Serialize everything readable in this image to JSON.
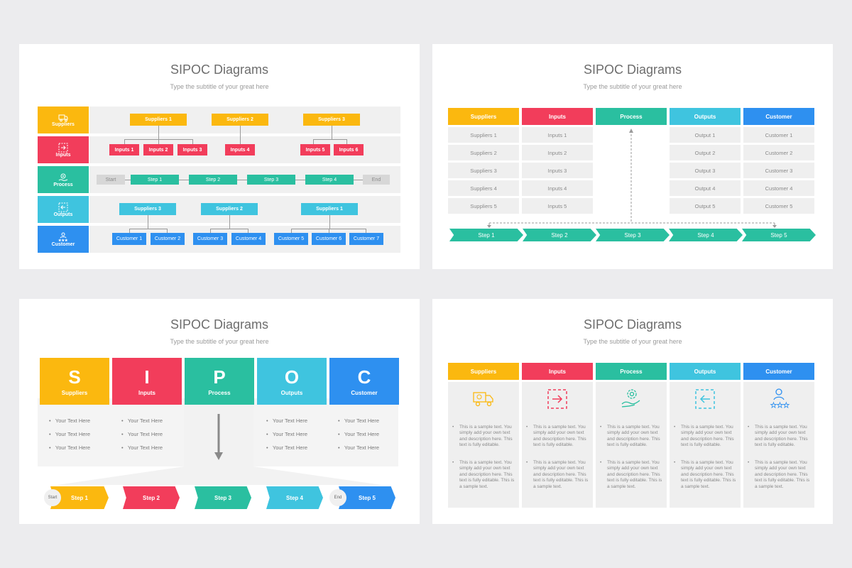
{
  "colors": {
    "yellow": "#fbb80f",
    "red": "#f23d5b",
    "green": "#2abfa0",
    "cyan": "#3fc4df",
    "blue": "#2e90f0"
  },
  "s1": {
    "title": "SIPOC Diagrams",
    "subtitle": "Type the subtitle of your great here",
    "rows": [
      "Suppliers",
      "Inputs",
      "Process",
      "Outputs",
      "Customer"
    ],
    "suppliers": [
      "Suppliers 1",
      "Suppliers 2",
      "Suppliers 3"
    ],
    "inputs": [
      "Inputs 1",
      "Inputs 2",
      "Inputs 3",
      "Inputs 4",
      "Inputs 5",
      "Inputs 6"
    ],
    "process": [
      "Start",
      "Step 1",
      "Step 2",
      "Step 3",
      "Step 4",
      "End"
    ],
    "outputs": [
      "Suppliers 3",
      "Suppliers 2",
      "Suppliers 1"
    ],
    "customers": [
      "Customer 1",
      "Customer 2",
      "Customer 3",
      "Customer 4",
      "Customer 5",
      "Customer 6",
      "Customer 7"
    ]
  },
  "s2": {
    "title": "SIPOC Diagrams",
    "subtitle": "Type the subtitle of your great here",
    "headers": [
      "Suppliers",
      "Inputs",
      "Process",
      "Outputs",
      "Customer"
    ],
    "suppliers": [
      "Suppliers 1",
      "Suppliers 2",
      "Suppliers 3",
      "Suppliers 4",
      "Suppliers 5"
    ],
    "inputs": [
      "Inputs 1",
      "Inputs 2",
      "Inputs 3",
      "Inputs 4",
      "Inputs 5"
    ],
    "outputs": [
      "Output 1",
      "Output 2",
      "Output 3",
      "Output 4",
      "Output 5"
    ],
    "customers": [
      "Customer 1",
      "Customer 2",
      "Customer 3",
      "Customer 4",
      "Customer 5"
    ],
    "steps": [
      "Step 1",
      "Step 2",
      "Step 3",
      "Step 4",
      "Step 5"
    ]
  },
  "s3": {
    "title": "SIPOC Diagrams",
    "subtitle": "Type the subtitle of your great here",
    "letters": [
      "S",
      "I",
      "P",
      "O",
      "C"
    ],
    "labels": [
      "Suppliers",
      "Inputs",
      "Process",
      "Outputs",
      "Customer"
    ],
    "bullet": "Your Text Here",
    "start": "Start",
    "end": "End",
    "steps": [
      "Step 1",
      "Step 2",
      "Step 3",
      "Step 4",
      "Step 5"
    ]
  },
  "s4": {
    "title": "SIPOC Diagrams",
    "subtitle": "Type the subtitle of your great here",
    "headers": [
      "Suppliers",
      "Inputs",
      "Process",
      "Outputs",
      "Customer"
    ],
    "para1": "This is a sample text. You simply add your own text and description here. This text is fully editable.",
    "para2": "This is a sample text. You simply add your own text and description here. This text is fully editable. This is a sample text.",
    "icons": [
      "truck-icon",
      "input-icon",
      "gear-hand-icon",
      "output-icon",
      "customer-rating-icon"
    ]
  }
}
